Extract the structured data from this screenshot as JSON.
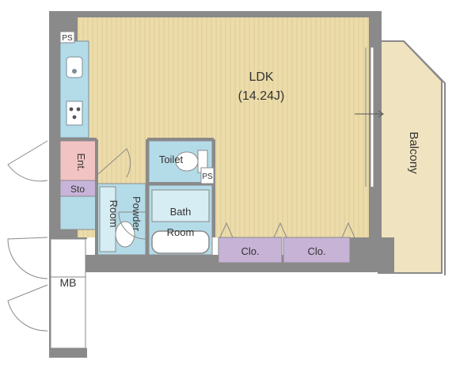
{
  "rooms": {
    "ldk": {
      "name": "LDK",
      "size": "(14.24J)"
    },
    "balcony": "Balcony",
    "entrance": "Ent.",
    "storage": "Sto",
    "toilet": "Toilet",
    "ps_top": "PS",
    "ps_toilet": "PS",
    "powder_line1": "Powder",
    "powder_line2": "Room",
    "bath_line1": "Bath",
    "bath_line2": "Room",
    "closet_1": "Clo.",
    "closet_2": "Clo.",
    "meter_box": "MB"
  },
  "colors": {
    "wall": "#8a8a8a",
    "floor_wood": "#ecdcab",
    "wet_area": "#b4dbe8",
    "entrance": "#f2c3c3",
    "storage": "#c8b4d8",
    "closet": "#c7b3d6",
    "balcony": "#f0e3c0",
    "text": "#333333"
  }
}
